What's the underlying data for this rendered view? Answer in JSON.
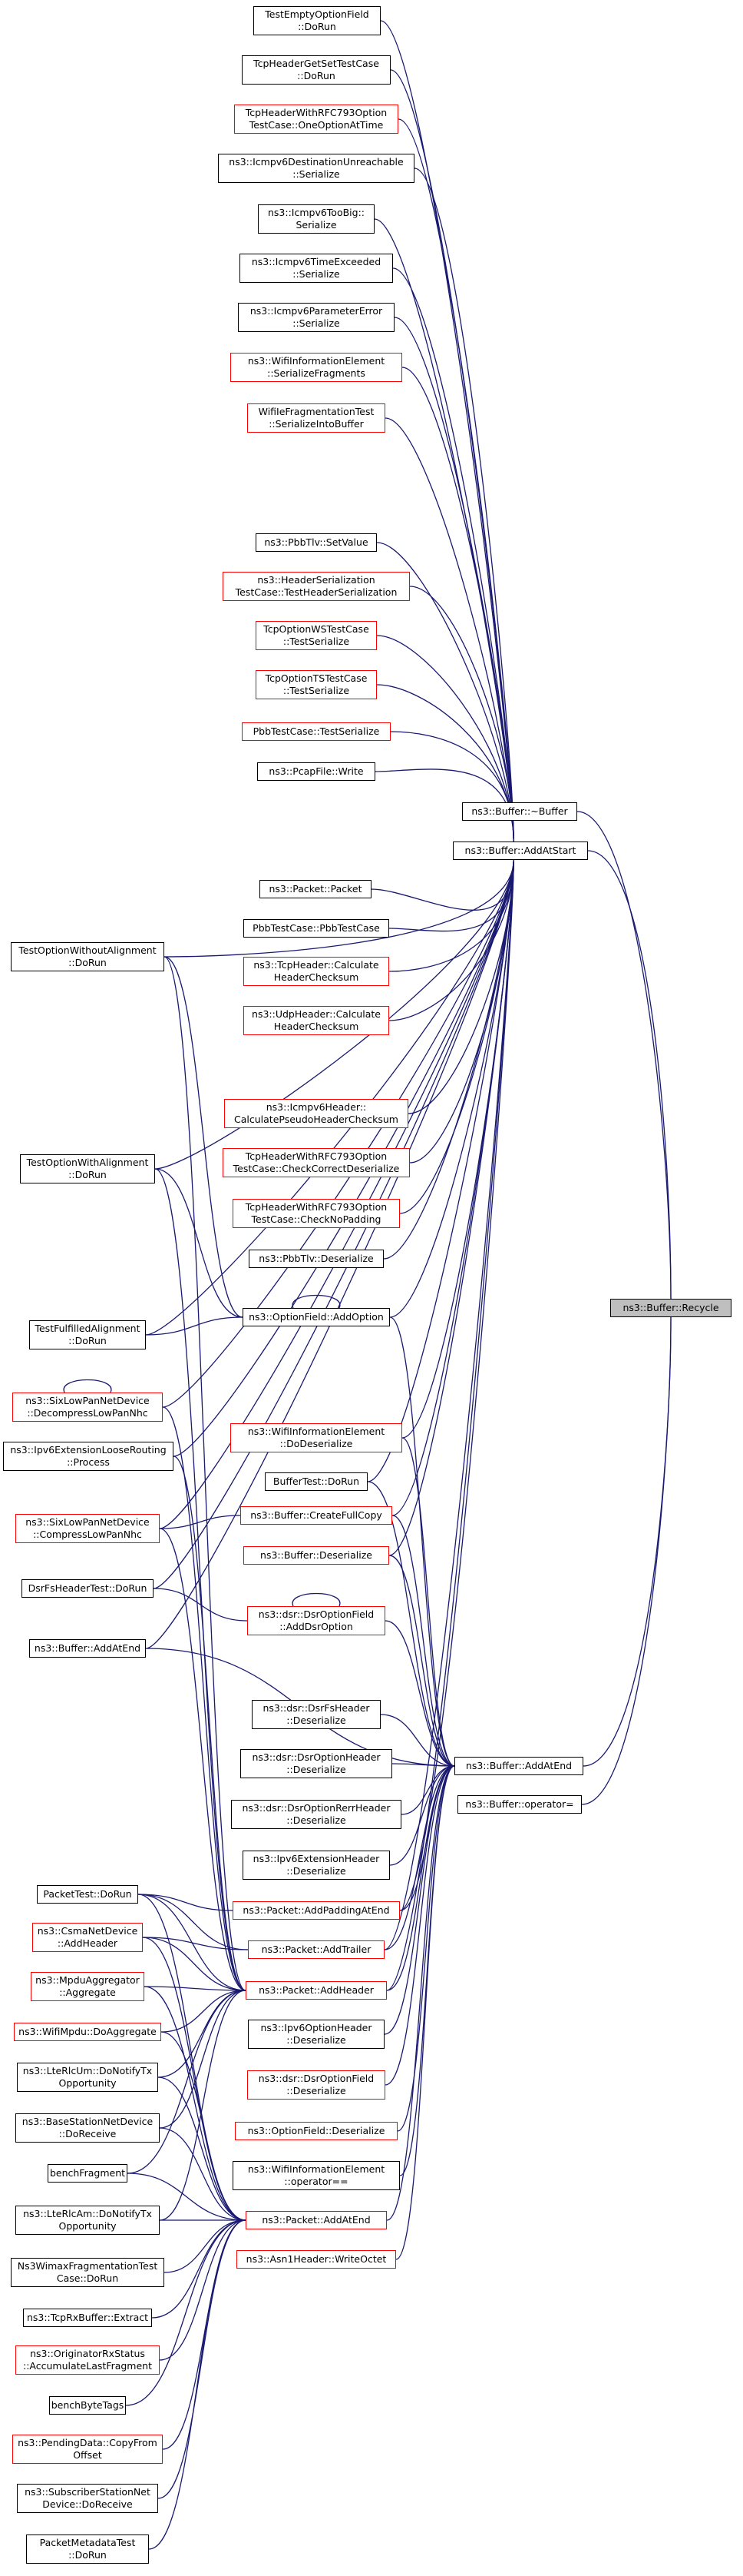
{
  "graph": {
    "edge_color": "#191970",
    "nodes": [
      {
        "id": "n1",
        "lines": [
          "TestEmptyOptionField",
          "::DoRun"
        ],
        "border": "#000000"
      },
      {
        "id": "n2",
        "lines": [
          "TcpHeaderGetSetTestCase",
          "::DoRun"
        ],
        "border": "#000000"
      },
      {
        "id": "n3",
        "lines": [
          "TcpHeaderWithRFC793Option",
          "TestCase::OneOptionAtTime"
        ],
        "border": "#ff0000"
      },
      {
        "id": "n4",
        "lines": [
          "ns3::Icmpv6DestinationUnreachable",
          "::Serialize"
        ],
        "border": "#000000"
      },
      {
        "id": "n5",
        "lines": [
          "ns3::Icmpv6TooBig::",
          "Serialize"
        ],
        "border": "#000000"
      },
      {
        "id": "n6",
        "lines": [
          "ns3::Icmpv6TimeExceeded",
          "::Serialize"
        ],
        "border": "#000000"
      },
      {
        "id": "n7",
        "lines": [
          "ns3::Icmpv6ParameterError",
          "::Serialize"
        ],
        "border": "#000000"
      },
      {
        "id": "n8",
        "lines": [
          "ns3::WifiInformationElement",
          "::SerializeFragments"
        ],
        "border": "#ff0000"
      },
      {
        "id": "n9",
        "lines": [
          "WifiIeFragmentationTest",
          "::SerializeIntoBuffer"
        ],
        "border": "#ff0000"
      },
      {
        "id": "n10",
        "lines": [
          "ns3::PbbTlv::SetValue"
        ],
        "border": "#000000"
      },
      {
        "id": "n11",
        "lines": [
          "ns3::HeaderSerialization",
          "TestCase::TestHeaderSerialization"
        ],
        "border": "#ff0000"
      },
      {
        "id": "n12",
        "lines": [
          "TcpOptionWSTestCase",
          "::TestSerialize"
        ],
        "border": "#ff0000"
      },
      {
        "id": "n13",
        "lines": [
          "TcpOptionTSTestCase",
          "::TestSerialize"
        ],
        "border": "#ff0000"
      },
      {
        "id": "n14",
        "lines": [
          "PbbTestCase::TestSerialize"
        ],
        "border": "#ff0000"
      },
      {
        "id": "n15",
        "lines": [
          "ns3::PcapFile::Write"
        ],
        "border": "#000000"
      },
      {
        "id": "n16",
        "lines": [
          "ns3::Buffer::~Buffer"
        ],
        "border": "#000000"
      },
      {
        "id": "n17",
        "lines": [
          "ns3::Buffer::AddAtStart"
        ],
        "border": "#000000"
      },
      {
        "id": "n18",
        "lines": [
          "ns3::Packet::Packet"
        ],
        "border": "#000000"
      },
      {
        "id": "n19",
        "lines": [
          "PbbTestCase::PbbTestCase"
        ],
        "border": "#000000"
      },
      {
        "id": "n20",
        "lines": [
          "ns3::TcpHeader::Calculate",
          "HeaderChecksum"
        ],
        "border": "#ff0000"
      },
      {
        "id": "n21",
        "lines": [
          "ns3::UdpHeader::Calculate",
          "HeaderChecksum"
        ],
        "border": "#ff0000"
      },
      {
        "id": "n22",
        "lines": [
          "TestOptionWithoutAlignment",
          "::DoRun"
        ],
        "border": "#000000"
      },
      {
        "id": "n23",
        "lines": [
          "ns3::Icmpv6Header::",
          "CalculatePseudoHeaderChecksum"
        ],
        "border": "#ff0000"
      },
      {
        "id": "n24",
        "lines": [
          "TestOptionWithAlignment",
          "::DoRun"
        ],
        "border": "#000000"
      },
      {
        "id": "n25",
        "lines": [
          "TcpHeaderWithRFC793Option",
          "TestCase::CheckCorrectDeserialize"
        ],
        "border": "#ff0000"
      },
      {
        "id": "n26",
        "lines": [
          "TcpHeaderWithRFC793Option",
          "TestCase::CheckNoPadding"
        ],
        "border": "#ff0000"
      },
      {
        "id": "n27",
        "lines": [
          "ns3::PbbTlv::Deserialize"
        ],
        "border": "#000000"
      },
      {
        "id": "n28",
        "lines": [
          "ns3::Buffer::Recycle"
        ],
        "border": "#000000",
        "fill": "#bfbfbf"
      },
      {
        "id": "n29",
        "lines": [
          "ns3::OptionField::AddOption"
        ],
        "border": "#000000"
      },
      {
        "id": "n30",
        "lines": [
          "TestFulfilledAlignment",
          "::DoRun"
        ],
        "border": "#000000"
      },
      {
        "id": "n31",
        "lines": [
          "ns3::SixLowPanNetDevice",
          "::DecompressLowPanNhc"
        ],
        "border": "#ff0000"
      },
      {
        "id": "n32",
        "lines": [
          "ns3::WifiInformationElement",
          "::DoDeserialize"
        ],
        "border": "#ff0000"
      },
      {
        "id": "n33",
        "lines": [
          "ns3::Ipv6ExtensionLooseRouting",
          "::Process"
        ],
        "border": "#000000"
      },
      {
        "id": "n34",
        "lines": [
          "BufferTest::DoRun"
        ],
        "border": "#000000"
      },
      {
        "id": "n35",
        "lines": [
          "ns3::Buffer::CreateFullCopy"
        ],
        "border": "#ff0000"
      },
      {
        "id": "n36",
        "lines": [
          "ns3::SixLowPanNetDevice",
          "::CompressLowPanNhc"
        ],
        "border": "#ff0000"
      },
      {
        "id": "n37",
        "lines": [
          "ns3::Buffer::Deserialize"
        ],
        "border": "#ff0000"
      },
      {
        "id": "n38",
        "lines": [
          "DsrFsHeaderTest::DoRun"
        ],
        "border": "#000000"
      },
      {
        "id": "n39",
        "lines": [
          "ns3::dsr::DsrOptionField",
          "::AddDsrOption"
        ],
        "border": "#ff0000"
      },
      {
        "id": "n40",
        "lines": [
          "ns3::Buffer::AddAtEnd"
        ],
        "border": "#000000"
      },
      {
        "id": "n41",
        "lines": [
          "ns3::dsr::DsrFsHeader",
          "::Deserialize"
        ],
        "border": "#000000"
      },
      {
        "id": "n42",
        "lines": [
          "ns3::dsr::DsrOptionHeader",
          "::Deserialize"
        ],
        "border": "#000000"
      },
      {
        "id": "n43",
        "lines": [
          "ns3::Buffer::AddAtEnd"
        ],
        "border": "#000000"
      },
      {
        "id": "n44",
        "lines": [
          "ns3::Buffer::operator="
        ],
        "border": "#000000"
      },
      {
        "id": "n45",
        "lines": [
          "ns3::dsr::DsrOptionRerrHeader",
          "::Deserialize"
        ],
        "border": "#000000"
      },
      {
        "id": "n46",
        "lines": [
          "ns3::Ipv6ExtensionHeader",
          "::Deserialize"
        ],
        "border": "#000000"
      },
      {
        "id": "n47",
        "lines": [
          "PacketTest::DoRun"
        ],
        "border": "#000000"
      },
      {
        "id": "n48",
        "lines": [
          "ns3::Packet::AddPaddingAtEnd"
        ],
        "border": "#ff0000"
      },
      {
        "id": "n49",
        "lines": [
          "ns3::CsmaNetDevice",
          "::AddHeader"
        ],
        "border": "#ff0000"
      },
      {
        "id": "n50",
        "lines": [
          "ns3::Packet::AddTrailer"
        ],
        "border": "#ff0000"
      },
      {
        "id": "n51",
        "lines": [
          "ns3::MpduAggregator",
          "::Aggregate"
        ],
        "border": "#ff0000"
      },
      {
        "id": "n52",
        "lines": [
          "ns3::Packet::AddHeader"
        ],
        "border": "#ff0000"
      },
      {
        "id": "n53",
        "lines": [
          "ns3::WifiMpdu::DoAggregate"
        ],
        "border": "#ff0000"
      },
      {
        "id": "n54",
        "lines": [
          "ns3::Ipv6OptionHeader",
          "::Deserialize"
        ],
        "border": "#000000"
      },
      {
        "id": "n55",
        "lines": [
          "ns3::LteRlcUm::DoNotifyTx",
          "Opportunity"
        ],
        "border": "#000000"
      },
      {
        "id": "n56",
        "lines": [
          "ns3::dsr::DsrOptionField",
          "::Deserialize"
        ],
        "border": "#ff0000"
      },
      {
        "id": "n57",
        "lines": [
          "ns3::BaseStationNetDevice",
          "::DoReceive"
        ],
        "border": "#000000"
      },
      {
        "id": "n58",
        "lines": [
          "ns3::OptionField::Deserialize"
        ],
        "border": "#ff0000"
      },
      {
        "id": "n59",
        "lines": [
          "benchFragment"
        ],
        "border": "#000000"
      },
      {
        "id": "n60",
        "lines": [
          "ns3::WifiInformationElement",
          "::operator=="
        ],
        "border": "#000000"
      },
      {
        "id": "n61",
        "lines": [
          "ns3::LteRlcAm::DoNotifyTx",
          "Opportunity"
        ],
        "border": "#000000"
      },
      {
        "id": "n62",
        "lines": [
          "ns3::Packet::AddAtEnd"
        ],
        "border": "#ff0000"
      },
      {
        "id": "n63",
        "lines": [
          "ns3::Asn1Header::WriteOctet"
        ],
        "border": "#ff0000"
      },
      {
        "id": "n64",
        "lines": [
          "Ns3WimaxFragmentationTest",
          "Case::DoRun"
        ],
        "border": "#000000"
      },
      {
        "id": "n65",
        "lines": [
          "ns3::TcpRxBuffer::Extract"
        ],
        "border": "#000000"
      },
      {
        "id": "n66",
        "lines": [
          "ns3::OriginatorRxStatus",
          "::AccumulateLastFragment"
        ],
        "border": "#ff0000"
      },
      {
        "id": "n67",
        "lines": [
          "benchByteTags"
        ],
        "border": "#000000"
      },
      {
        "id": "n68",
        "lines": [
          "ns3::PendingData::CopyFrom",
          "Offset"
        ],
        "border": "#ff0000"
      },
      {
        "id": "n69",
        "lines": [
          "ns3::SubscriberStationNet",
          "Device::DoReceive"
        ],
        "border": "#000000"
      },
      {
        "id": "n70",
        "lines": [
          "PacketMetadataTest",
          "::DoRun"
        ],
        "border": "#000000"
      }
    ]
  }
}
